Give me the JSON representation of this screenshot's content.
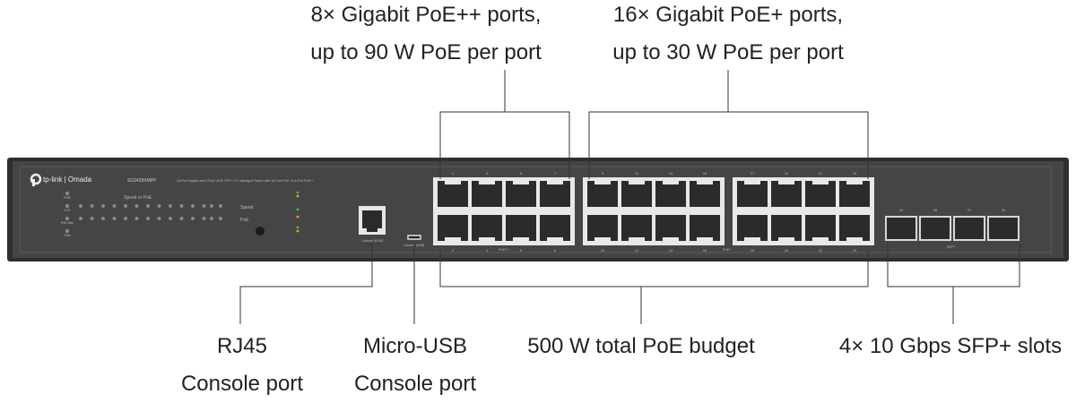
{
  "callouts": {
    "poe_plus_plus": {
      "line1": "8× Gigabit PoE++ ports,",
      "line2": "up to 90 W PoE per port"
    },
    "poe_plus": {
      "line1": "16× Gigabit PoE+ ports,",
      "line2": "up to 30 W PoE per port"
    },
    "rj45": {
      "line1": "RJ45",
      "line2": "Console port"
    },
    "micro_usb": {
      "line1": "Micro-USB",
      "line2": "Console port"
    },
    "poe_budget": {
      "line1": "500 W total PoE budget"
    },
    "sfp": {
      "line1": "4× 10 Gbps SFP+ slots"
    }
  },
  "device": {
    "brand": "tp-link | Omada",
    "model": "SG3428XMPP",
    "description": "24-Port Gigabit and 4-Port 10GE SFP+ L2+ Managed Switch with 16-Port PoE+ & 8-Port PoE++",
    "console_rj45_label": "Console (RJ45)",
    "console_usb_label": "Console (USB)",
    "poe_pp_label": "PoE++",
    "poe_p_label": "PoE+",
    "sfp_label": "SFP+",
    "top_ports": [
      "1",
      "3",
      "5",
      "7",
      "9",
      "11",
      "13",
      "15",
      "17",
      "19",
      "21",
      "23"
    ],
    "bottom_ports": [
      "2",
      "4",
      "6",
      "8",
      "10",
      "12",
      "14",
      "16",
      "18",
      "20",
      "22",
      "24"
    ],
    "sfp_ports": [
      "25",
      "26",
      "27",
      "28"
    ],
    "led_labels": [
      "PWR",
      "SYS",
      "PoE Max",
      "FAN"
    ],
    "speed_label": "Speed or PoE",
    "button_labels": [
      "Speed",
      "PoE"
    ]
  },
  "colors": {
    "chassis": "#3d3d3f",
    "panel": "#4a4a4c",
    "port_frame": "#e8e8e8",
    "led_green": "#3c3",
    "led_amber": "#e9b400"
  }
}
